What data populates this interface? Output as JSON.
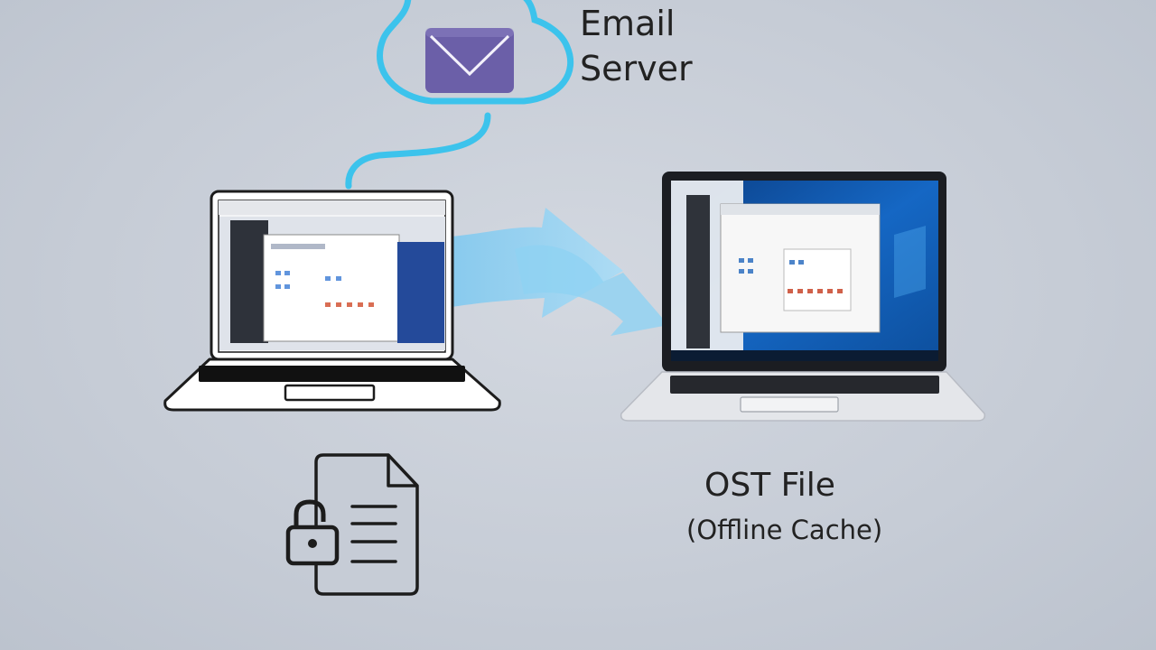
{
  "server": {
    "label_line1": "Email",
    "label_line2": "Server",
    "icon": "mail-envelope-icon",
    "cloud_icon": "cloud-icon"
  },
  "ost": {
    "title": "OST File",
    "subtitle": "(Offline Cache)"
  },
  "devices": {
    "left": "laptop-icon",
    "right": "laptop-icon"
  },
  "document_icon": "locked-document-icon",
  "colors": {
    "background": "#c6ccd6",
    "cloud_outline": "#3cc3ec",
    "envelope": "#6b5fa8",
    "sync_arrow": "#8fd2f3",
    "outline": "#1c1c1c",
    "desktop_blue": "#1560b8"
  }
}
